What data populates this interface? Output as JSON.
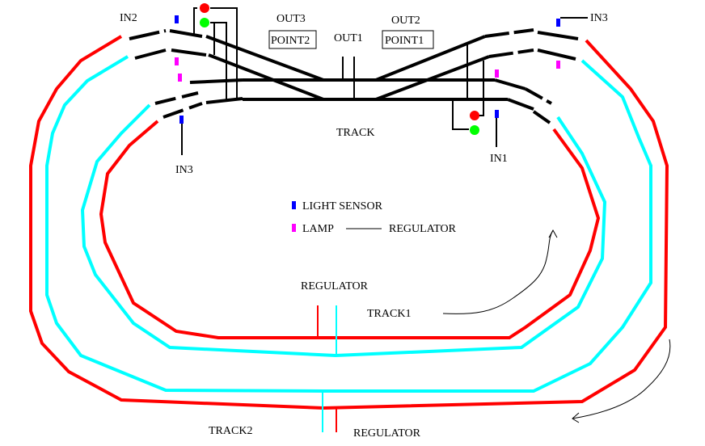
{
  "labels": {
    "in2": "IN2",
    "in3_top": "IN3",
    "in3_left": "IN3",
    "in1": "IN1",
    "out3": "OUT3",
    "out2": "OUT2",
    "out1": "OUT1",
    "point2": "POINT2",
    "point1": "POINT1",
    "track": "TRACK",
    "track1": "TRACK1",
    "track2": "TRACK2",
    "regulator_mid": "REGULATOR",
    "regulator_bottom": "REGULATOR"
  },
  "legend": {
    "light_sensor": "LIGHT SENSOR",
    "lamp": "LAMP",
    "regulator": "REGULATOR"
  },
  "colors": {
    "track_red": "#ff0000",
    "track_cyan": "#00ffff",
    "track_black": "#000000",
    "sensor_blue": "#0000ff",
    "lamp_magenta": "#ff00ff",
    "signal_red": "#ff0000",
    "signal_green": "#00ff00"
  }
}
